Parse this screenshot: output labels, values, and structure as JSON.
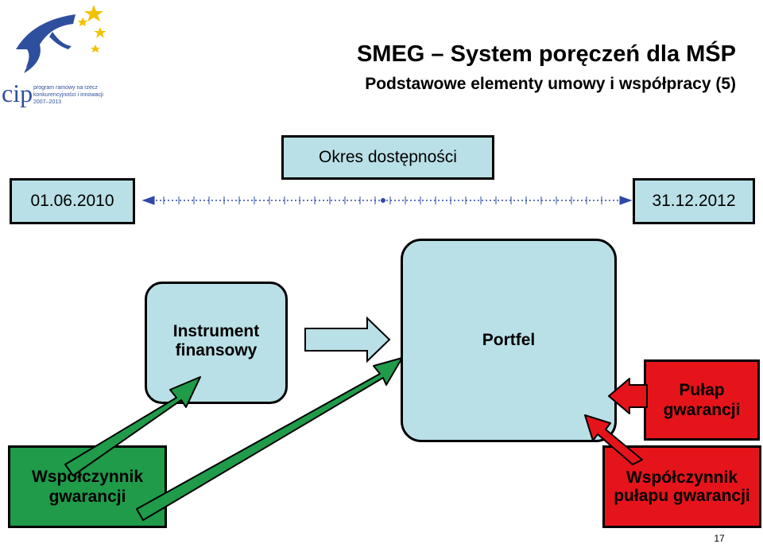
{
  "title": "SMEG – System poręczeń dla MŚP",
  "subtitle": "Podstawowe elementy umowy i współpracy (5)",
  "logo": {
    "text": "cip",
    "line1": "program ramowy na rzecz",
    "line2": "konkurencyjności i innowacji",
    "years": "2007–2013"
  },
  "timeline": {
    "label": "Okres dostępności",
    "start": "01.06.2010",
    "end": "31.12.2012"
  },
  "boxes": {
    "instrument": "Instrument finansowy",
    "portfel": "Portfel",
    "wspolczynnik_gwarancji": "Współczynnik gwarancji",
    "pulap_gwarancji": "Pułap gwarancji",
    "wspolczynnik_pulapu": "Współczynnik pułapu gwarancji"
  },
  "colors": {
    "box_fill": "#b9e0e6",
    "green": "#1f9b4a",
    "red": "#e5141b",
    "timeline": "#2e49a8",
    "star": "#f1c200",
    "logo_blue": "#2e4f9e"
  },
  "page_number": "17"
}
